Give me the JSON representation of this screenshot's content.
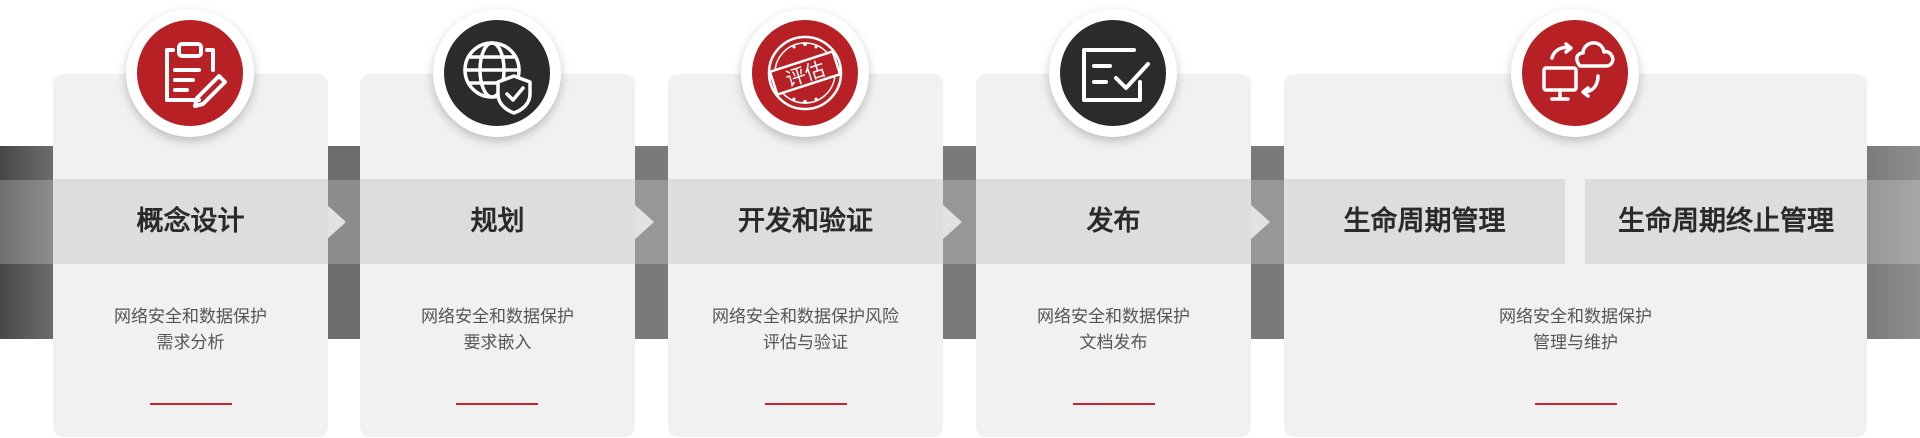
{
  "colors": {
    "accent_red": "#b72025",
    "dark_circle": "#2b2b2b",
    "card_bg": "#f1f1f1",
    "title_bar": "#dddddd",
    "connector_gray": "#7a7a7a"
  },
  "stages": [
    {
      "title": "概念设计",
      "icon": "clipboard-edit-icon",
      "circle": "red",
      "desc": [
        "网络安全和数据保护",
        "需求分析"
      ]
    },
    {
      "title": "规划",
      "icon": "globe-shield-icon",
      "circle": "dark",
      "desc": [
        "网络安全和数据保护",
        "要求嵌入"
      ]
    },
    {
      "title": "开发和验证",
      "icon": "evaluation-stamp-icon",
      "circle": "red",
      "stamp_text": "评估",
      "desc": [
        "网络安全和数据保护风险",
        "评估与验证"
      ]
    },
    {
      "title": "发布",
      "icon": "checklist-icon",
      "circle": "dark",
      "desc": [
        "网络安全和数据保护",
        "文档发布"
      ]
    },
    {
      "titles": [
        "生命周期管理",
        "生命周期终止管理"
      ],
      "icon": "cloud-sync-computer-icon",
      "circle": "red",
      "desc": [
        "网络安全和数据保护",
        "管理与维护"
      ]
    }
  ]
}
